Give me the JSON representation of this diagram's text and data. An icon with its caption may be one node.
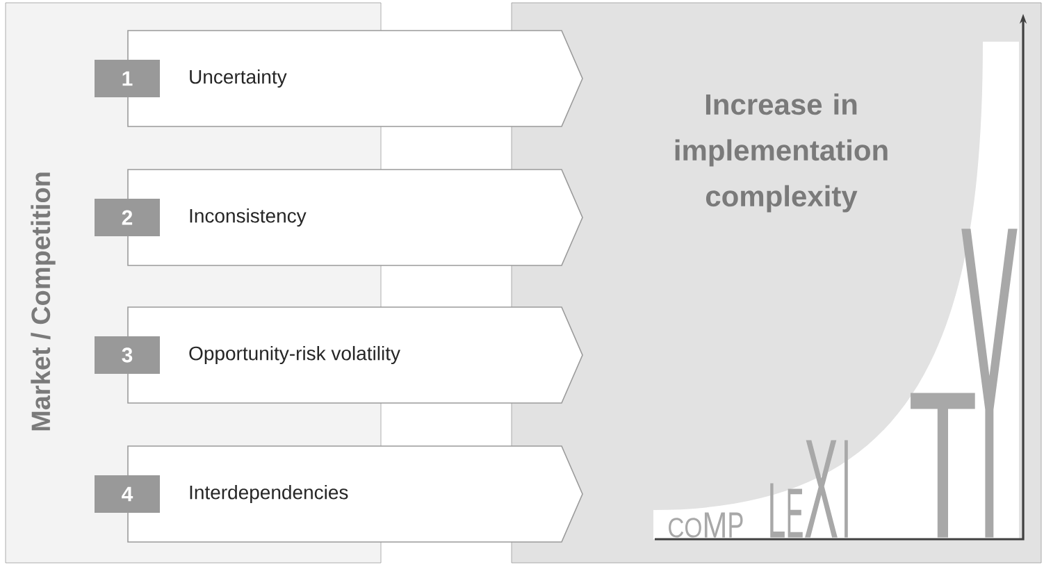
{
  "diagram": {
    "nodes": [
      {
        "text": [
          "Market / Competition"
        ]
      },
      {
        "text": [
          "Increase in implementation complexity"
        ]
      },
      {
        "text": [
          "1"
        ],
        "in": 0
      },
      {
        "text": [
          "Uncertainty"
        ]
      },
      {
        "text": [
          "2"
        ],
        "in": 0
      },
      {
        "text": [
          "Inconsistency"
        ]
      },
      {
        "text": [
          "3"
        ],
        "in": 0
      },
      {
        "text": [
          "Opportunity-risk volatility"
        ]
      },
      {
        "text": [
          "4"
        ],
        "in": 0
      },
      {
        "text": [
          "Interdependencies"
        ]
      }
    ],
    "labels": [
      "C",
      "O",
      "M",
      "P",
      "L",
      "E",
      "X",
      "I",
      "T",
      "Y"
    ]
  }
}
